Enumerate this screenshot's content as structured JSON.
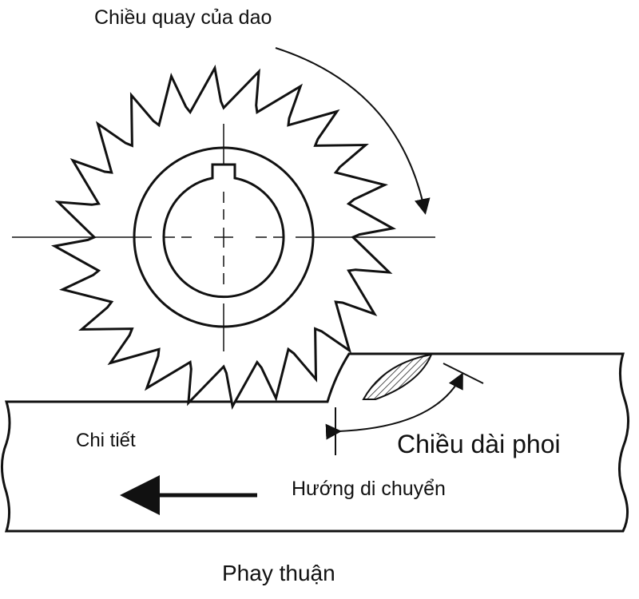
{
  "labels": {
    "rotation": "Chiều quay của dao",
    "workpiece": "Chi tiết",
    "chip_length": "Chiều dài phoi",
    "feed_direction": "Hướng di chuyển",
    "caption": "Phay thuận"
  },
  "cutter": {
    "teeth": 24
  },
  "colors": {
    "ink": "#111111",
    "background": "#ffffff"
  }
}
